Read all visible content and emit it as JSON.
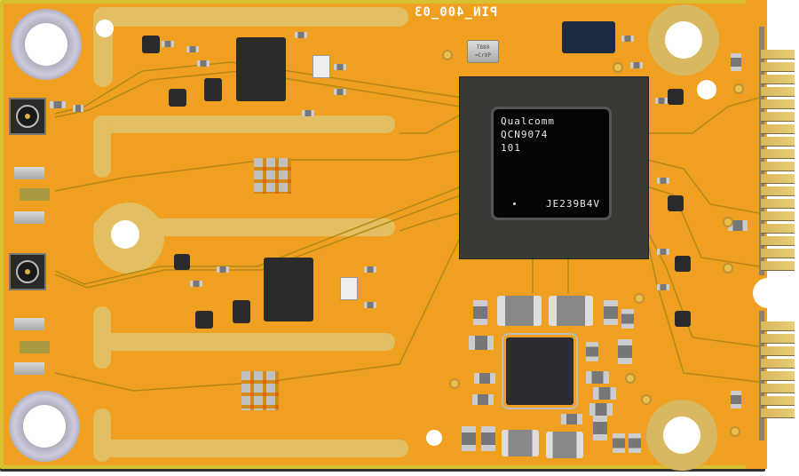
{
  "image": {
    "subject": "Mini PCIe Wi-Fi module printed circuit board",
    "background_color": "#ffffff",
    "board_color": "#f0a020",
    "board_edge_color": "#d8c030"
  },
  "silkscreen": {
    "label": "PIN_400_03",
    "mirrored": true
  },
  "main_chip": {
    "brand": "Qualcomm",
    "part_number": "QCN9074",
    "revision": "101",
    "lot_code": "JE239B4V"
  },
  "crystal": {
    "line1": "T889",
    "line2": "=CrXP"
  },
  "connectors": {
    "antenna_ports": [
      "ufl-connector-top",
      "ufl-connector-bottom"
    ],
    "edge_connector": "mini-pcie-gold-fingers"
  },
  "colors": {
    "gold_pad": "#e2bf62",
    "chip_black": "#050505",
    "chip_text": "#e8e8e8",
    "finger_gold": "#d9b85a"
  }
}
